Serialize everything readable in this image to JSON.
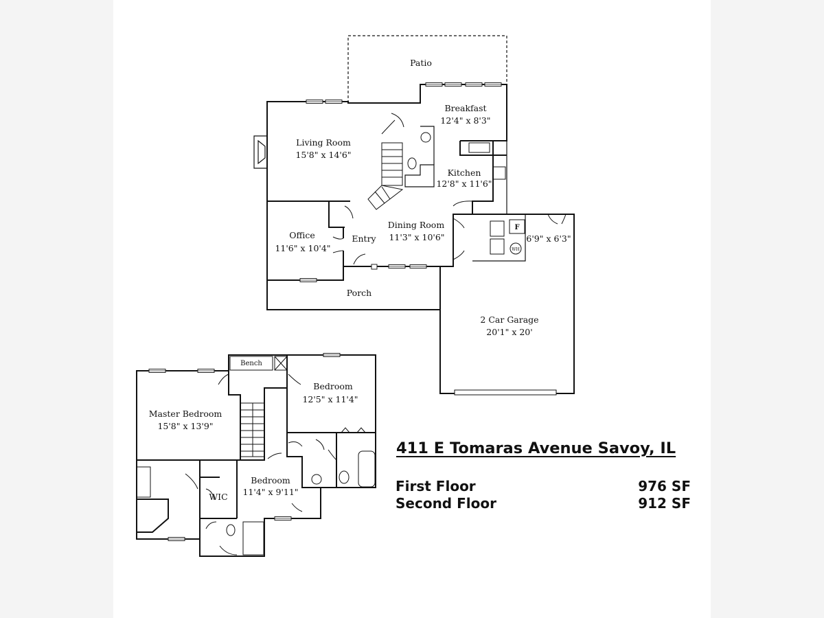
{
  "rooms": {
    "patio": "Patio",
    "breakfast": "Breakfast",
    "breakfast_dim": "12'4\" x 8'3\"",
    "living_room": "Living Room",
    "living_room_dim": "15'8\" x 14'6\"",
    "kitchen": "Kitchen",
    "kitchen_dim": "12'8\" x 11'6\"",
    "dining_room": "Dining Room",
    "dining_room_dim": "11'3\" x 10'6\"",
    "office": "Office",
    "office_dim": "11'6\" x 10'4\"",
    "entry": "Entry",
    "porch": "Porch",
    "laundry_dim": "6'9\" x 6'3\"",
    "furnace": "F",
    "water_heater": "WH",
    "garage": "2 Car Garage",
    "garage_dim": "20'1\" x 20'",
    "bench": "Bench",
    "bedroom_a": "Bedroom",
    "bedroom_a_dim": "12'5\" x 11'4\"",
    "master_bedroom": "Master Bedroom",
    "master_bedroom_dim": "15'8\" x 13'9\"",
    "bedroom_b": "Bedroom",
    "bedroom_b_dim": "11'4\" x 9'11\"",
    "wic": "WIC"
  },
  "info": {
    "address": "411 E Tomaras Avenue Savoy, IL",
    "first_floor_label": "First Floor",
    "first_floor_value": "976 SF",
    "second_floor_label": "Second Floor",
    "second_floor_value": "912 SF"
  }
}
